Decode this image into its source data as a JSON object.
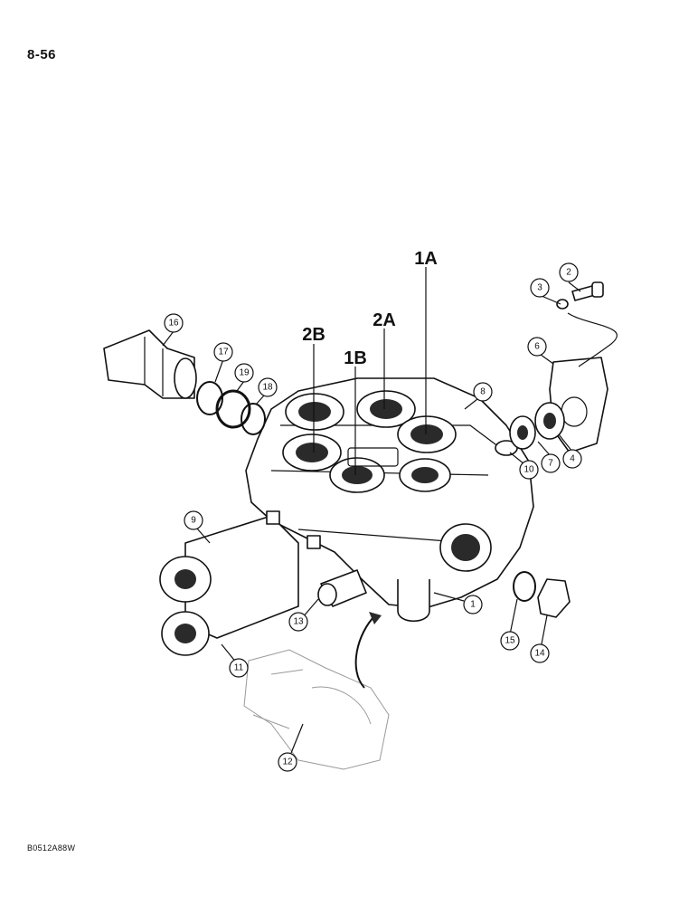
{
  "page": {
    "number": "8-56",
    "figure_code": "B0512A88W"
  },
  "port_labels": [
    "2B",
    "2A",
    "1B",
    "1A"
  ],
  "callouts": [
    "1",
    "2",
    "3",
    "4",
    "6",
    "7",
    "8",
    "9",
    "10",
    "11",
    "12",
    "13",
    "14",
    "15",
    "16",
    "17",
    "18",
    "19"
  ]
}
